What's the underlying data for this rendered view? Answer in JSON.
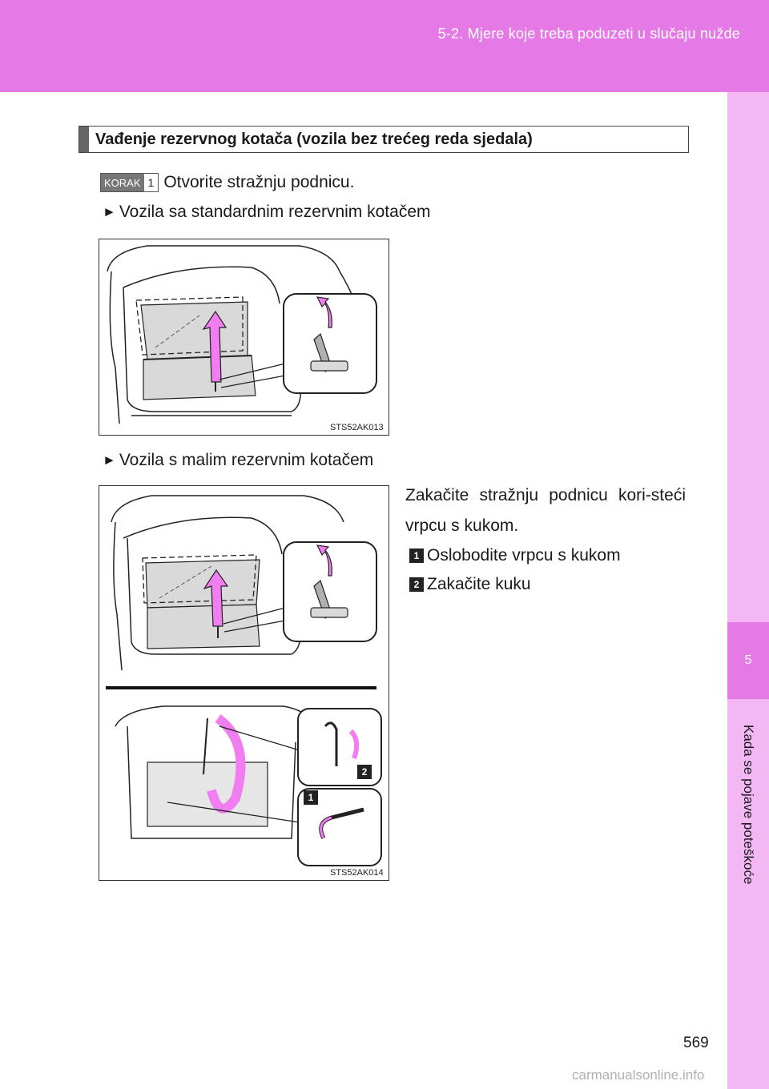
{
  "header": {
    "breadcrumb": "5-2. Mjere koje treba poduzeti u slučaju nužde"
  },
  "side_tab": {
    "number": "5",
    "label": "Kada se pojave poteškoće"
  },
  "section": {
    "title": "Vađenje rezervnog kotača (vozila bez trećeg reda sjedala)"
  },
  "step": {
    "badge_word": "KORAK",
    "badge_num": "1",
    "text": "Otvorite stražnju podnicu."
  },
  "bullets": [
    {
      "marker": "►",
      "text": "Vozila sa standardnim rezervnim kotačem"
    },
    {
      "marker": "►",
      "text": "Vozila s malim rezervnim kotačem"
    }
  ],
  "figures": [
    {
      "code": "STS52AK013"
    },
    {
      "code": "STS52AK014",
      "callouts": [
        "2",
        "1"
      ]
    }
  ],
  "instructions": {
    "paragraph": "Zakačite stražnju podnicu kori-steći vrpcu s kukom.",
    "items": [
      {
        "num": "1",
        "text": "Oslobodite vrpcu s kukom"
      },
      {
        "num": "2",
        "text": "Zakačite kuku"
      }
    ]
  },
  "page_number": "569",
  "watermark": "carmanualsonline.info",
  "colors": {
    "accent": "#e57ae7",
    "accent_light": "#f3b8f4",
    "arrow": "#f07ef0"
  }
}
